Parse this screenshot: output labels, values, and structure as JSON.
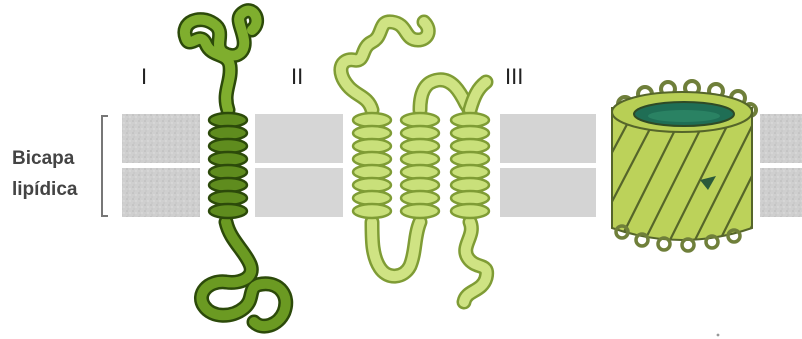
{
  "labels": {
    "roman_1": "I",
    "roman_2": "II",
    "roman_3": "III",
    "bilayer_line1": "Bicapa",
    "bilayer_line2": "lipídica"
  },
  "colors": {
    "membrane": "#d6d6d6",
    "protein_dark": "#5f8c1e",
    "protein_dark_outline": "#2c4a0a",
    "protein_light": "#c9e07a",
    "protein_light_outline": "#7f9c35",
    "barrel_fill": "#bcd25a",
    "barrel_inner": "#1f6e55"
  }
}
